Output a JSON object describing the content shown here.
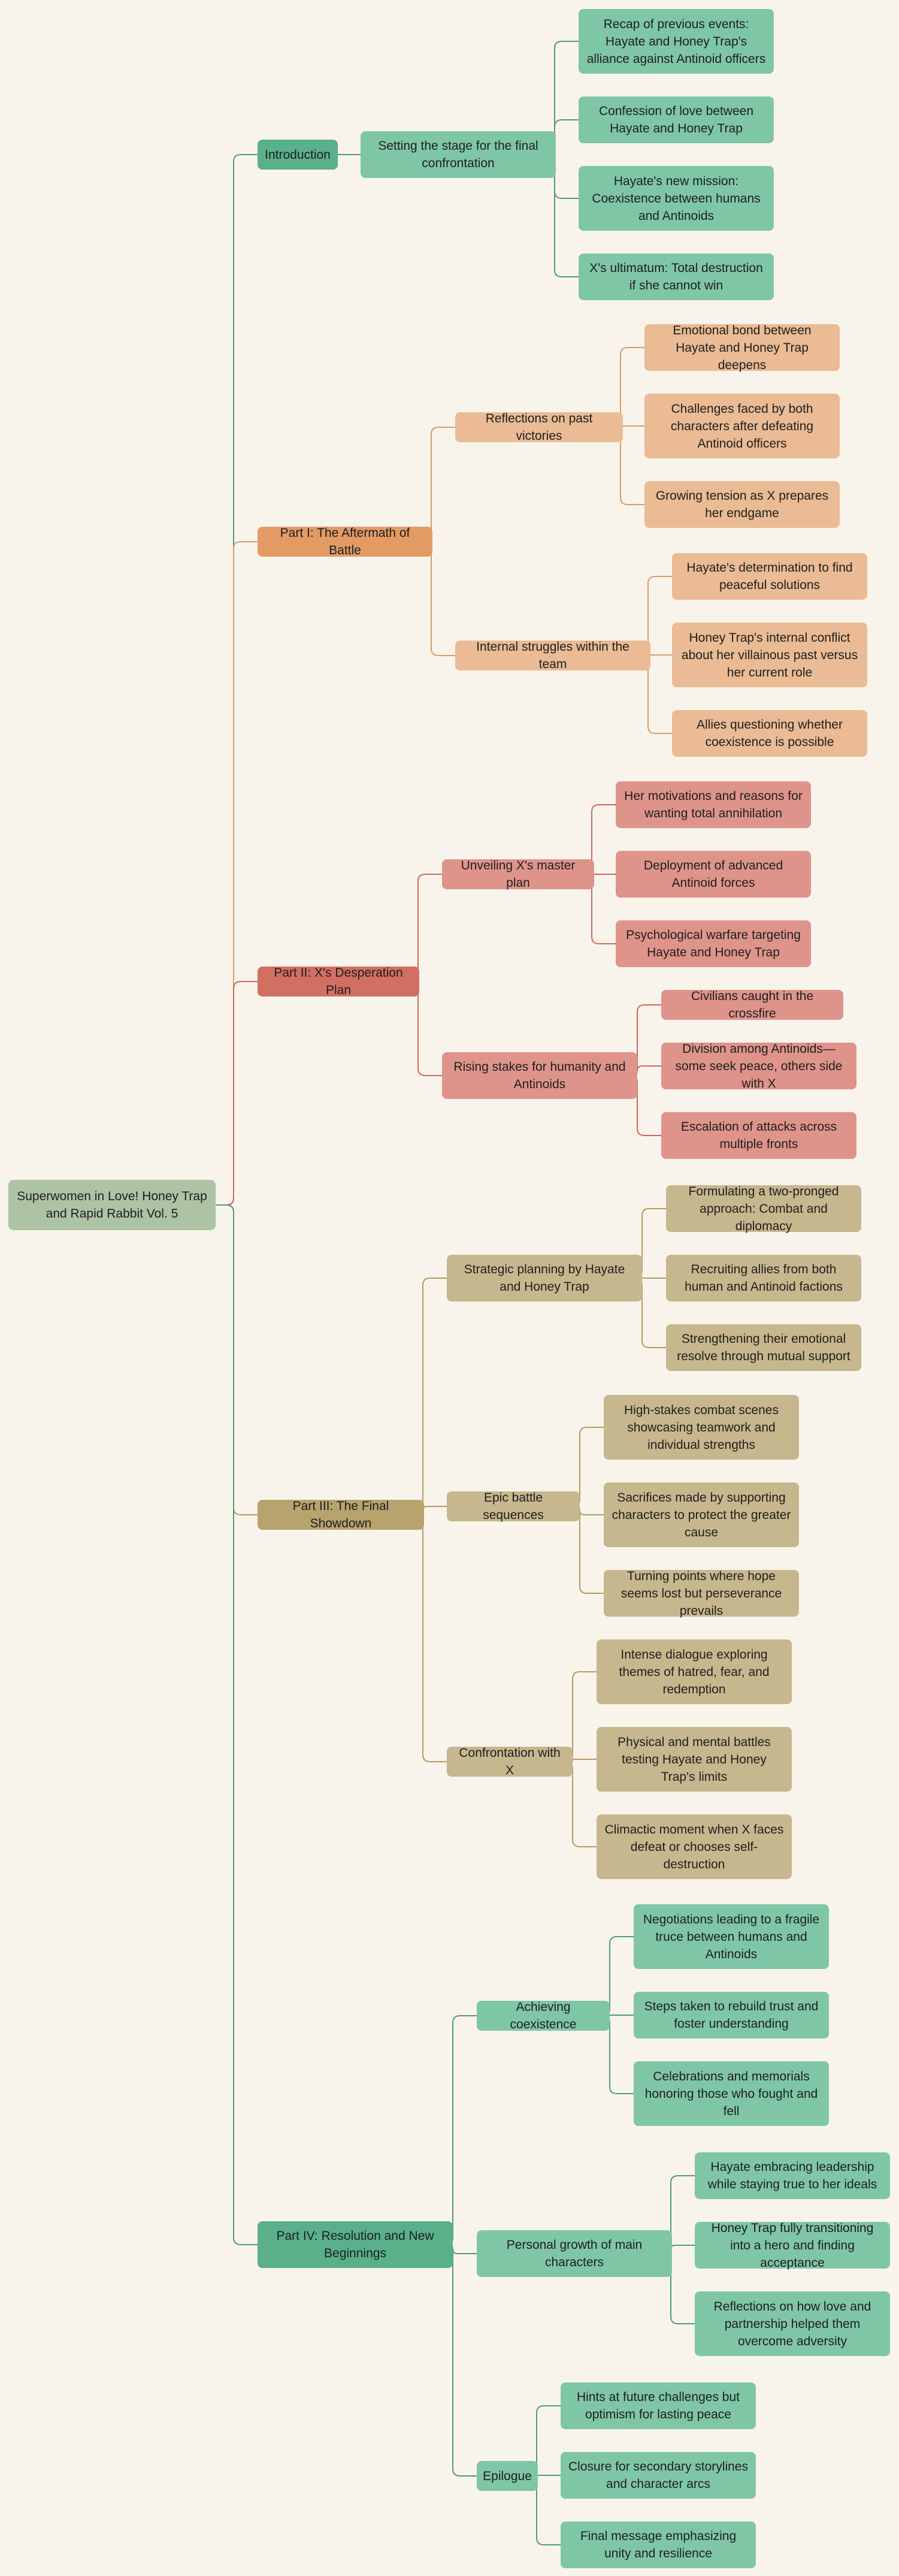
{
  "colors": {
    "background": "#f9f4eb",
    "root": "#aec3a4",
    "root_line": "#4f8a5c",
    "intro": "#59b08a",
    "intro_light": "#7fc6a7",
    "intro_line": "#4f9c74",
    "part1": "#e39a64",
    "part1_light": "#eabb94",
    "part1_line": "#dc9a66",
    "part2": "#d26f63",
    "part2_light": "#de948b",
    "part2_line": "#c9685e",
    "part3": "#b7a36d",
    "part3_light": "#c7b78e",
    "part3_line": "#b39b60",
    "part4": "#59b08a",
    "part4_light": "#7fc6a7",
    "part4_line": "#4f9c74"
  },
  "mindmap": {
    "root": {
      "label": "Superwomen in Love! Honey Trap and Rapid Rabbit Vol. 5",
      "children": [
        {
          "label": "Introduction",
          "children": [
            {
              "label": "Setting the stage for the final confrontation",
              "children": [
                {
                  "label": "Recap of previous events: Hayate and Honey Trap's alliance against Antinoid officers"
                },
                {
                  "label": "Confession of love between Hayate and Honey Trap"
                },
                {
                  "label": "Hayate's new mission: Coexistence between humans and Antinoids"
                },
                {
                  "label": "X's ultimatum: Total destruction if she cannot win"
                }
              ]
            }
          ]
        },
        {
          "label": "Part I: The Aftermath of Battle",
          "children": [
            {
              "label": "Reflections on past victories",
              "children": [
                {
                  "label": "Emotional bond between Hayate and Honey Trap deepens"
                },
                {
                  "label": "Challenges faced by both characters after defeating Antinoid officers"
                },
                {
                  "label": "Growing tension as X prepares her endgame"
                }
              ]
            },
            {
              "label": "Internal struggles within the team",
              "children": [
                {
                  "label": "Hayate's determination to find peaceful solutions"
                },
                {
                  "label": "Honey Trap's internal conflict about her villainous past versus her current role"
                },
                {
                  "label": "Allies questioning whether coexistence is possible"
                }
              ]
            }
          ]
        },
        {
          "label": "Part II: X's Desperation Plan",
          "children": [
            {
              "label": "Unveiling X's master plan",
              "children": [
                {
                  "label": "Her motivations and reasons for wanting total annihilation"
                },
                {
                  "label": "Deployment of advanced Antinoid forces"
                },
                {
                  "label": "Psychological warfare targeting Hayate and Honey Trap"
                }
              ]
            },
            {
              "label": "Rising stakes for humanity and Antinoids",
              "children": [
                {
                  "label": "Civilians caught in the crossfire"
                },
                {
                  "label": "Division among Antinoids—some seek peace, others side with X"
                },
                {
                  "label": "Escalation of attacks across multiple fronts"
                }
              ]
            }
          ]
        },
        {
          "label": "Part III: The Final Showdown",
          "children": [
            {
              "label": "Strategic planning by Hayate and Honey Trap",
              "children": [
                {
                  "label": "Formulating a two-pronged approach: Combat and diplomacy"
                },
                {
                  "label": "Recruiting allies from both human and Antinoid factions"
                },
                {
                  "label": "Strengthening their emotional resolve through mutual support"
                }
              ]
            },
            {
              "label": "Epic battle sequences",
              "children": [
                {
                  "label": "High-stakes combat scenes showcasing teamwork and individual strengths"
                },
                {
                  "label": "Sacrifices made by supporting characters to protect the greater cause"
                },
                {
                  "label": "Turning points where hope seems lost but perseverance prevails"
                }
              ]
            },
            {
              "label": "Confrontation with X",
              "children": [
                {
                  "label": "Intense dialogue exploring themes of hatred, fear, and redemption"
                },
                {
                  "label": "Physical and mental battles testing Hayate and Honey Trap's limits"
                },
                {
                  "label": "Climactic moment when X faces defeat or chooses self-destruction"
                }
              ]
            }
          ]
        },
        {
          "label": "Part IV: Resolution and New Beginnings",
          "children": [
            {
              "label": "Achieving coexistence",
              "children": [
                {
                  "label": "Negotiations leading to a fragile truce between humans and Antinoids"
                },
                {
                  "label": "Steps taken to rebuild trust and foster understanding"
                },
                {
                  "label": "Celebrations and memorials honoring those who fought and fell"
                }
              ]
            },
            {
              "label": "Personal growth of main characters",
              "children": [
                {
                  "label": "Hayate embracing leadership while staying true to her ideals"
                },
                {
                  "label": "Honey Trap fully transitioning into a hero and finding acceptance"
                },
                {
                  "label": "Reflections on how love and partnership helped them overcome adversity"
                }
              ]
            },
            {
              "label": "Epilogue",
              "children": [
                {
                  "label": "Hints at future challenges but optimism for lasting peace"
                },
                {
                  "label": "Closure for secondary storylines and character arcs"
                },
                {
                  "label": "Final message emphasizing unity and resilience"
                }
              ]
            }
          ]
        }
      ]
    }
  }
}
